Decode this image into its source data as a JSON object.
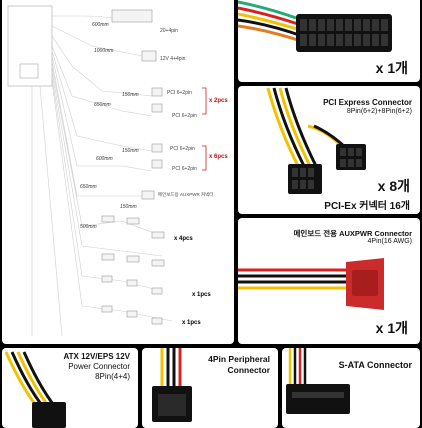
{
  "diagram": {
    "rows": [
      {
        "length": "600mm",
        "label": "20+4pin"
      },
      {
        "length": "1000mm",
        "label": "12V 4+4pin"
      },
      {
        "length": "150mm",
        "label": "PCI 6+2pin"
      },
      {
        "length": "650mm",
        "label": "PCI 6+2pin"
      },
      {
        "length": "150mm",
        "label": "PCI 6+2pin"
      },
      {
        "length": "600mm",
        "label": "PCI 6+2pin"
      },
      {
        "length": "650mm",
        "label": "메인보드용 AUXPWR 커넥터"
      },
      {
        "length": "150mm",
        "label": ""
      },
      {
        "length": "500mm",
        "label": ""
      }
    ],
    "counts": [
      "x 2pcs",
      "x 6pcs",
      "x 4pcs",
      "x 1pcs",
      "x 1pcs"
    ]
  },
  "cards": {
    "atx24": {
      "qty": "x 1개"
    },
    "pcie": {
      "title": "PCI Express Connector",
      "subtitle": "8Pin(6+2)+8Pin(6+2)",
      "qty": "x 8개",
      "caption": "PCI-Ex 커넥터 16개"
    },
    "auxpwr": {
      "title": "메인보드 전용 AUXPWR Connector",
      "subtitle": "4Pin(16 AWG)",
      "qty": "x 1개"
    },
    "eps": {
      "title1": "ATX 12V/EPS 12V",
      "title2": "Power Connector",
      "subtitle": "8Pin(4+4)"
    },
    "molex": {
      "title1": "4Pin Peripheral",
      "title2": "Connector"
    },
    "sata": {
      "title": "S-ATA Connector"
    }
  },
  "colors": {
    "red": "#d92020",
    "yellow": "#f2c200",
    "black": "#111111",
    "connector": "#cc2b2b"
  }
}
